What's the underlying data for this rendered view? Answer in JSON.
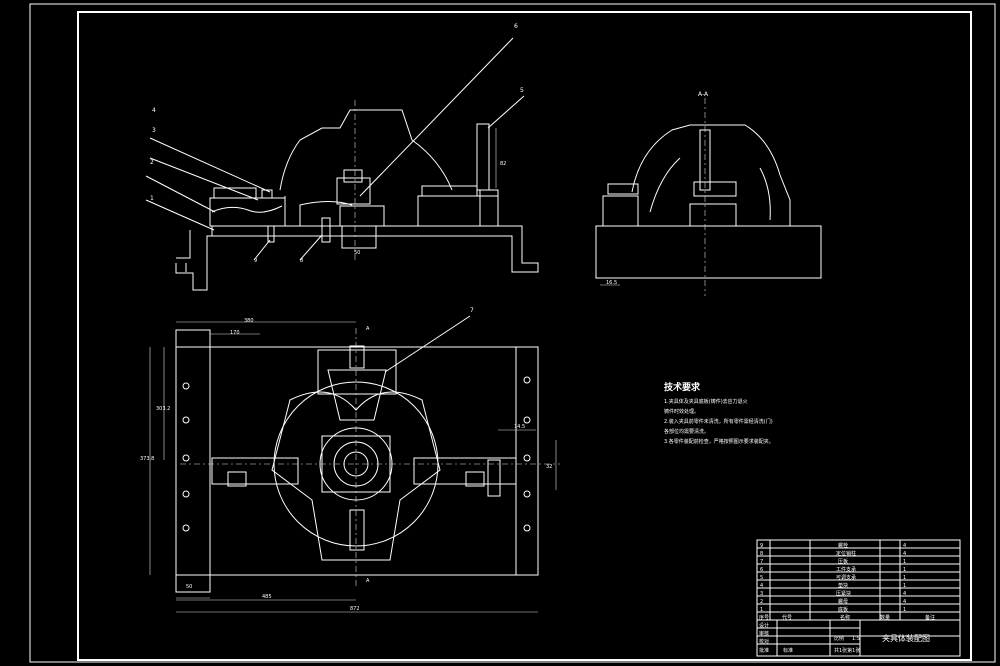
{
  "drawing": {
    "section_label": "A-A",
    "callouts": [
      "1",
      "2",
      "3",
      "4",
      "5",
      "6",
      "7"
    ],
    "bottom_callouts": [
      "8",
      "9"
    ],
    "dimensions_top": [
      "82",
      "50"
    ],
    "dimensions_side": [
      "16.5"
    ],
    "dimensions_plan": {
      "top_overall": "380",
      "top_inner": "170",
      "left_vertical_outer": "373.8",
      "left_vertical_inner": "303.2",
      "right_a": "14.5",
      "right_b": "32",
      "bottom_left": "50",
      "bottom_mid": "485",
      "bottom_overall": "872"
    },
    "section_marks": [
      "A",
      "A"
    ]
  },
  "tech_requirements": {
    "title": "技术要求",
    "lines": [
      "1.夹具体及夹具底板(铸件)去应力退火",
      "  铸件时效处理。",
      "2.装入夹具前零件未清洗，所有零件需经清洗(门)",
      "  各部位均需要清洗。",
      "3.各零件装配前检查，严格按照图示要求装配夹。"
    ]
  },
  "parts_list": {
    "rows": [
      {
        "no": "9",
        "name": "螺栓",
        "qty": "4",
        "note": ""
      },
      {
        "no": "8",
        "name": "定位销柱",
        "qty": "4",
        "note": ""
      },
      {
        "no": "7",
        "name": "压板",
        "qty": "1",
        "note": ""
      },
      {
        "no": "6",
        "name": "工件支承",
        "qty": "1",
        "note": ""
      },
      {
        "no": "5",
        "name": "可调支承",
        "qty": "1",
        "note": ""
      },
      {
        "no": "4",
        "name": "垫块",
        "qty": "1",
        "note": ""
      },
      {
        "no": "3",
        "name": "压紧块",
        "qty": "4",
        "note": ""
      },
      {
        "no": "2",
        "name": "螺母",
        "qty": "4",
        "note": ""
      },
      {
        "no": "1",
        "name": "底板",
        "qty": "1",
        "note": ""
      }
    ],
    "header": {
      "no": "序号",
      "code": "代号",
      "name": "名称",
      "qty": "数量",
      "note": "备注"
    }
  },
  "title_block": {
    "scale_label": "比例",
    "scale_value": "1:5",
    "drawing_name": "夹具体装配图",
    "sheet": "共1张第1张",
    "roles": [
      "设计",
      "审核",
      "校对",
      "批准"
    ],
    "approve": "标准"
  }
}
